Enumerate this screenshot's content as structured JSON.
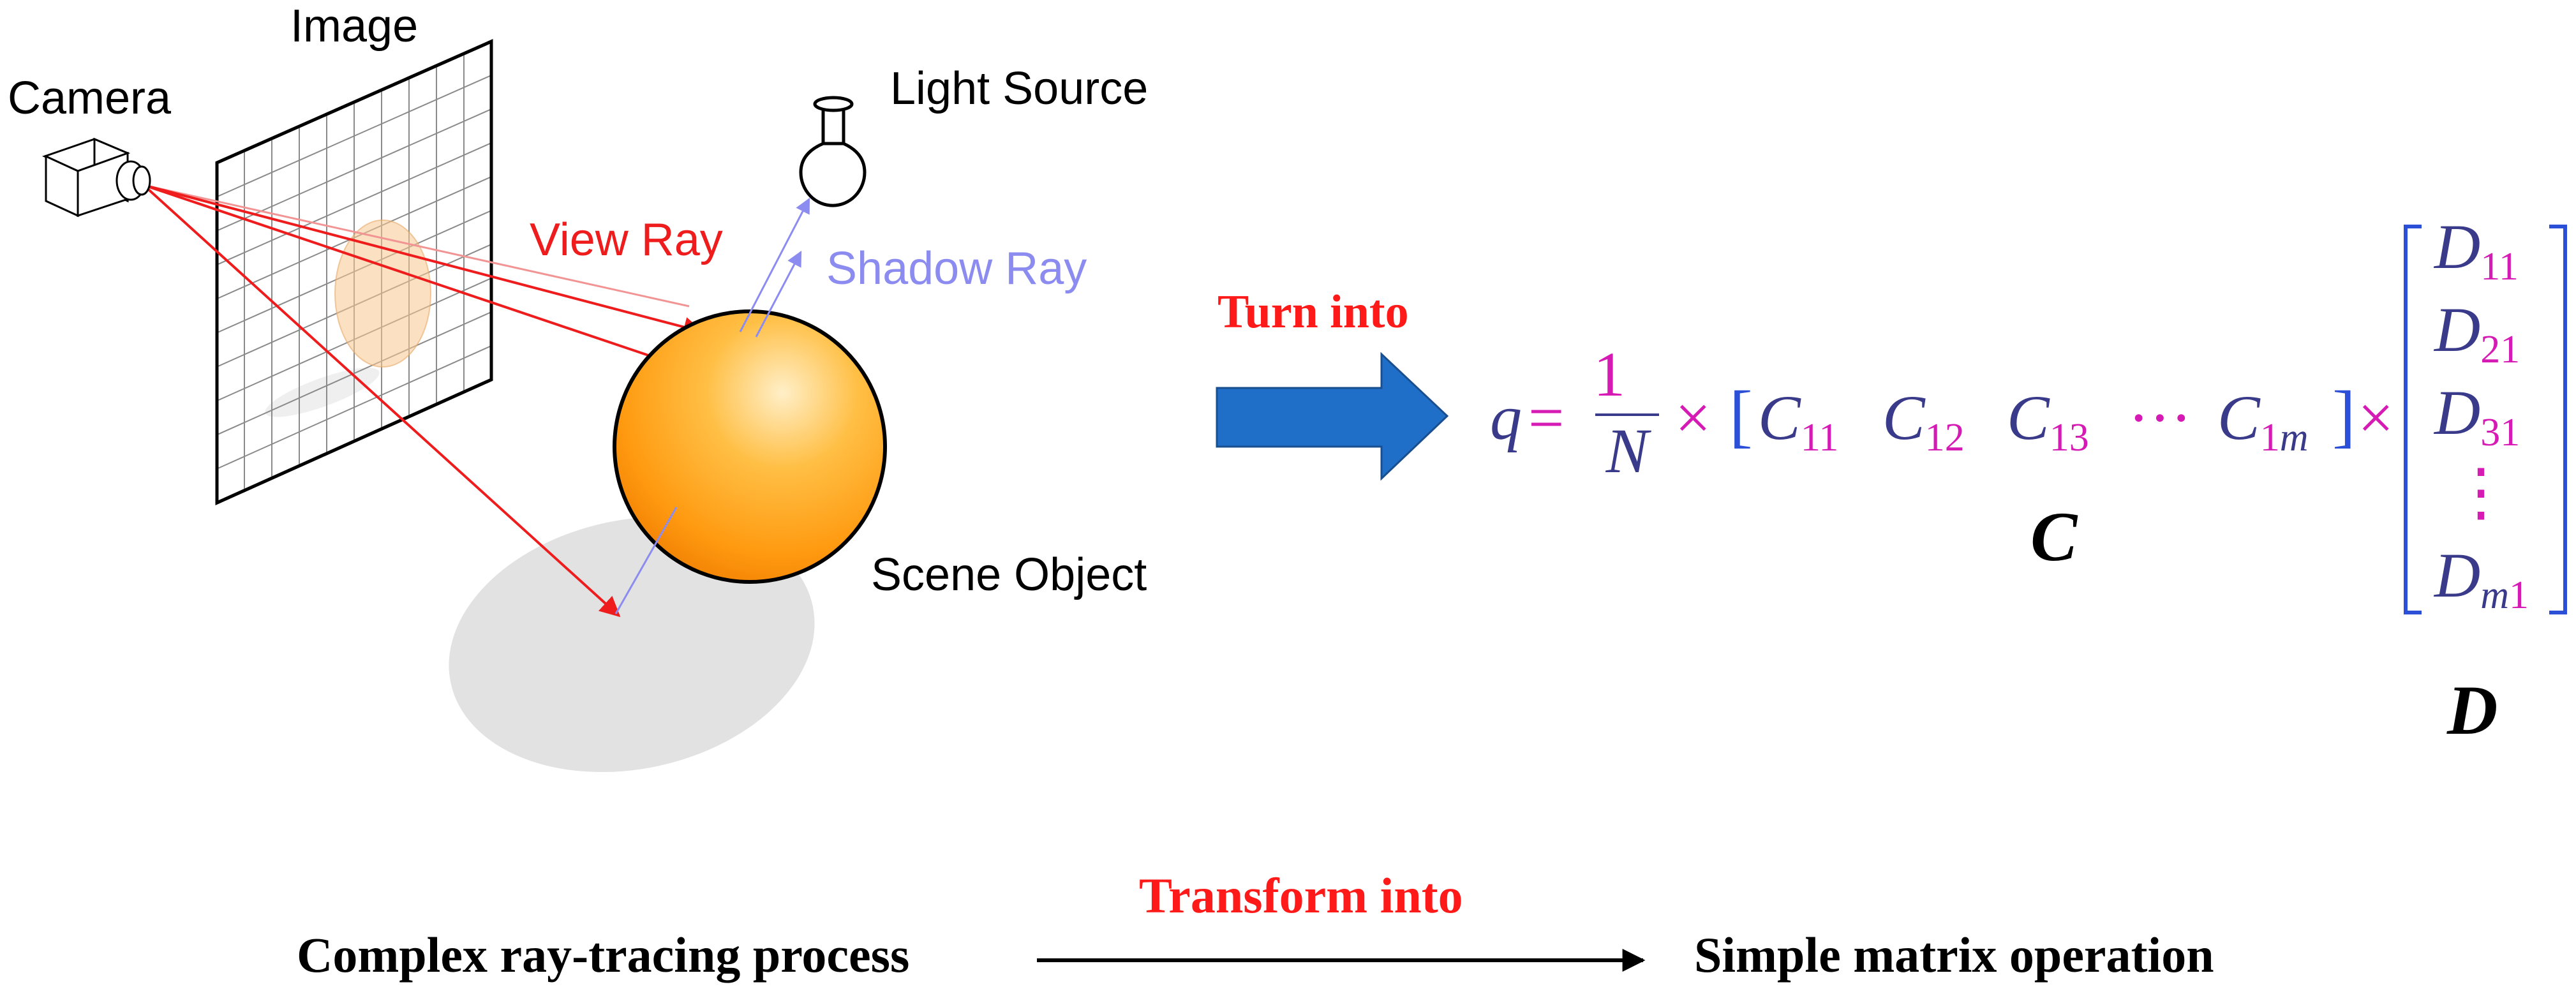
{
  "scene": {
    "camera_label": "Camera",
    "image_label": "Image",
    "light_label": "Light Source",
    "view_ray_label": "View Ray",
    "shadow_ray_label": "Shadow Ray",
    "object_label": "Scene Object"
  },
  "transform": {
    "turn_into_label": "Turn into"
  },
  "formula": {
    "q": "q",
    "equals": "=",
    "numerator": "1",
    "denominator": "N",
    "times": "×",
    "c_entries": [
      {
        "base": "C",
        "sub": "11"
      },
      {
        "base": "C",
        "sub": "12"
      },
      {
        "base": "C",
        "sub": "13"
      },
      {
        "base": "···",
        "sub": ""
      },
      {
        "base": "C",
        "sub": "1m"
      }
    ],
    "c_label": "C",
    "d_entries": [
      {
        "base": "D",
        "sub": "11"
      },
      {
        "base": "D",
        "sub": "21"
      },
      {
        "base": "D",
        "sub": "31"
      },
      {
        "base": "⋮",
        "sub": ""
      },
      {
        "base": "D",
        "sub": "m1"
      }
    ],
    "d_label": "D"
  },
  "bottom": {
    "left_text": "Complex ray-tracing process",
    "arrow_label": "Transform into",
    "right_text": "Simple matrix operation"
  },
  "colors": {
    "red": "#ff1a1a",
    "view_ray": "#ee1c1c",
    "shadow_ray": "#8c8cf0",
    "blue_arrow": "#1f6fc8",
    "formula_navy": "#3a3a8a",
    "formula_magenta": "#d61ab4",
    "bracket_blue": "#2b4fd6"
  }
}
